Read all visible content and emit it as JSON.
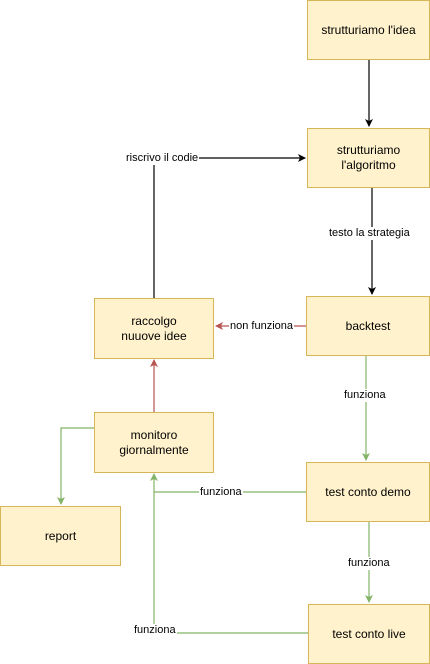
{
  "nodes": {
    "idea": "strutturiamo l'idea",
    "algoritmo": "strutturiamo\nl'algoritmo",
    "backtest": "backtest",
    "raccolgo": "raccolgo\nnuuove idee",
    "monitoro": "monitoro\ngiornalmente",
    "report": "report",
    "demo": "test conto demo",
    "live": "test conto live"
  },
  "edge_labels": {
    "riscrivo": "riscrivo il codie",
    "testo": "testo la strategia",
    "non_funziona": "non funziona",
    "funziona_backtest": "funziona",
    "funziona_demo_down": "funziona",
    "funziona_demo_left": "funziona",
    "funziona_live": "funziona"
  },
  "colors": {
    "node_fill": "#fff2cc",
    "node_stroke": "#d6b656",
    "edge_default": "#000000",
    "edge_fail": "#b85450",
    "edge_success": "#82b366"
  }
}
